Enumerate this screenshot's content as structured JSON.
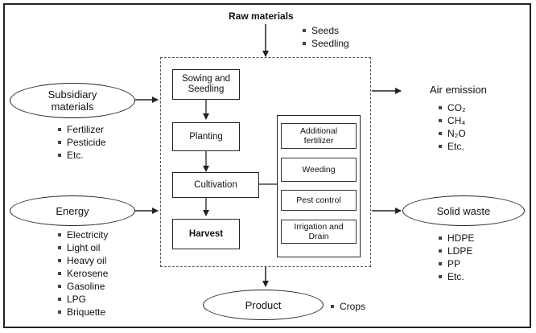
{
  "raw_materials": {
    "title": "Raw materials",
    "items": [
      "Seeds",
      "Seedling"
    ]
  },
  "subsidiary": {
    "label": "Subsidiary materials",
    "items": [
      "Fertilizer",
      "Pesticide",
      "Etc."
    ]
  },
  "energy": {
    "label": "Energy",
    "items": [
      "Electricity",
      "Light oil",
      "Heavy oil",
      "Kerosene",
      "Gasoline",
      "LPG",
      "Briquette"
    ]
  },
  "process": {
    "main_steps": [
      "Sowing and\nSeedling",
      "Planting",
      "Cultivation",
      "Harvest"
    ],
    "cultivation_activities": [
      "Additional\nfertilizer",
      "Weeding",
      "Pest control",
      "Irrigation and\nDrain"
    ]
  },
  "air_emission": {
    "title": "Air emission",
    "items": [
      "CO₂",
      "CH₄",
      "N₂O",
      "Etc."
    ]
  },
  "solid_waste": {
    "label": "Solid waste",
    "items": [
      "HDPE",
      "LDPE",
      "PP",
      "Etc."
    ]
  },
  "product": {
    "label": "Product",
    "items": [
      "Crops"
    ]
  }
}
